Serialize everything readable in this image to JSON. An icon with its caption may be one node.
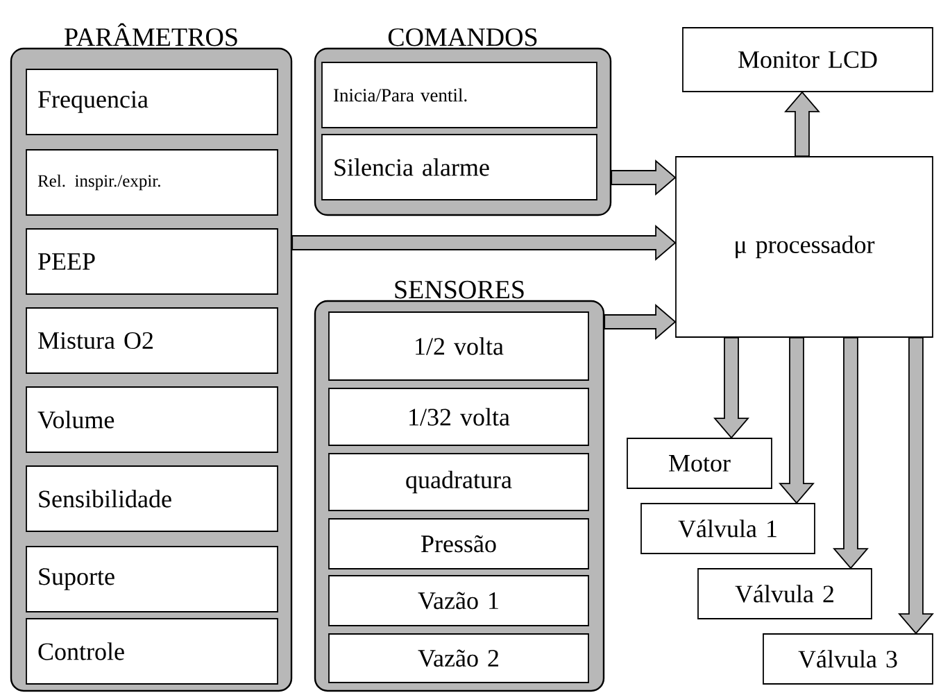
{
  "diagram": {
    "nodes": [
      {
        "text": [
          "PARÂMETROS"
        ]
      },
      {
        "text": [
          "Frequencia"
        ],
        "in": 0
      },
      {
        "text": [
          "Rel. inspir./expir."
        ],
        "in": 0
      },
      {
        "text": [
          "PEEP"
        ],
        "in": 0
      },
      {
        "text": [
          "Mistura O2"
        ],
        "in": 0
      },
      {
        "text": [
          "Volume"
        ],
        "in": 0
      },
      {
        "text": [
          "Sensibilidade"
        ],
        "in": 0
      },
      {
        "text": [
          "Suporte"
        ],
        "in": 0
      },
      {
        "text": [
          "Controle"
        ],
        "in": 0
      },
      {
        "text": [
          "COMANDOS"
        ]
      },
      {
        "text": [
          "Inicia/Para ventil."
        ],
        "in": 9
      },
      {
        "text": [
          "Silencia alarme"
        ],
        "in": 9
      },
      {
        "text": [
          "SENSORES"
        ]
      },
      {
        "text": [
          "1/2 volta"
        ],
        "in": 12
      },
      {
        "text": [
          "1/32 volta"
        ],
        "in": 12
      },
      {
        "text": [
          "quadratura"
        ],
        "in": 12
      },
      {
        "text": [
          "Pressão"
        ],
        "in": 12
      },
      {
        "text": [
          "Vazão 1"
        ],
        "in": 12
      },
      {
        "text": [
          "Vazão 2"
        ],
        "in": 12
      },
      {
        "text": [
          "Monitor LCD"
        ]
      },
      {
        "text": [
          "μ processador"
        ]
      },
      {
        "text": [
          "Motor"
        ]
      },
      {
        "text": [
          "Válvula 1"
        ]
      },
      {
        "text": [
          "Válvula 2"
        ]
      },
      {
        "text": [
          "Válvula 3"
        ]
      }
    ],
    "edges": [
      {
        "from": 9,
        "to": 20,
        "arrow": "to"
      },
      {
        "from": 0,
        "to": 20,
        "arrow": "to"
      },
      {
        "from": 12,
        "to": 20,
        "arrow": "to"
      },
      {
        "from": 20,
        "to": 19,
        "arrow": "to"
      },
      {
        "from": 20,
        "to": 21,
        "arrow": "to"
      },
      {
        "from": 20,
        "to": 22,
        "arrow": "to"
      },
      {
        "from": 20,
        "to": 23,
        "arrow": "to"
      },
      {
        "from": 20,
        "to": 24,
        "arrow": "to"
      }
    ]
  }
}
